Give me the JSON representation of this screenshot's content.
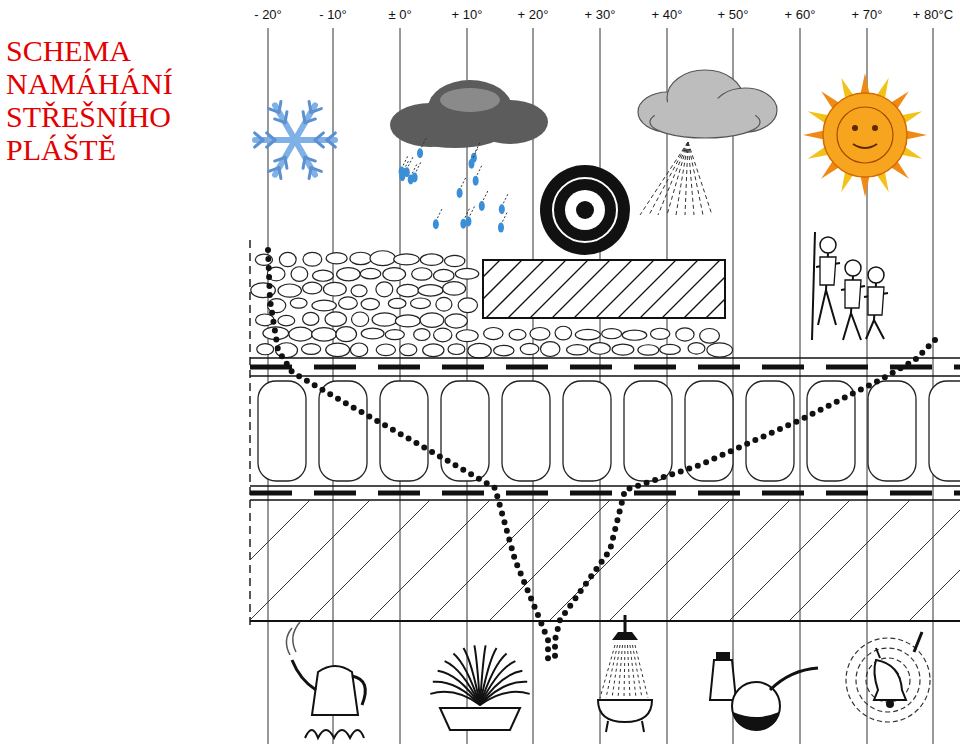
{
  "diagram": {
    "title": "SCHEMA NAMÁHÁNÍ STŘEŠNÍHO PLÁŠTĚ",
    "labels": [
      "- 20°",
      "- 10°",
      "± 0°",
      "+ 10°",
      "+ 20°",
      "+ 30°",
      "+ 40°",
      "+ 50°",
      "+ 60°",
      "+ 70°",
      "+ 80°C"
    ]
  }
}
